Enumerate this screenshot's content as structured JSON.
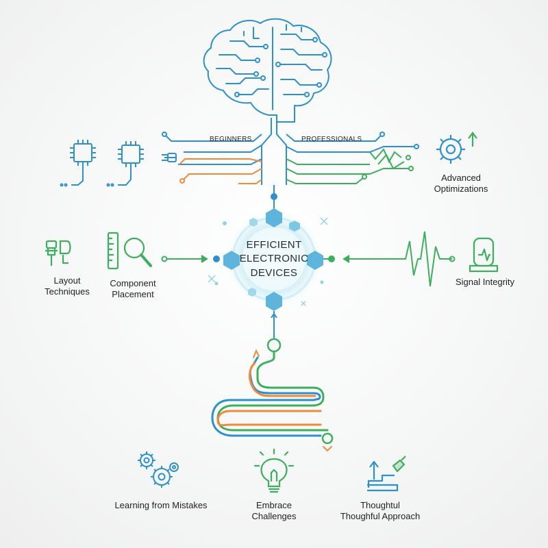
{
  "branch_labels": {
    "left": "BEGINNERS",
    "right": "PROFESSIONALS"
  },
  "top_right": {
    "label_line1": "Advanced",
    "label_line2": "Optimizations"
  },
  "center": {
    "line1": "EFFICIENT",
    "line2": "ELECTRONIC",
    "line3": "DEVICES"
  },
  "left_items": {
    "layout": {
      "line1": "Layout",
      "line2": "Techniques"
    },
    "component": {
      "line1": "Component",
      "line2": "Placement"
    }
  },
  "right_item": {
    "label": "Signal Integrity"
  },
  "bottom_items": {
    "mistakes": {
      "label": "Learning from Mistakes"
    },
    "challenges": {
      "line1": "Embrace",
      "line2": "Challenges"
    },
    "approach": {
      "line1": "Thoughtul",
      "line2": "Thoughful Approach"
    }
  },
  "colors": {
    "blue": "#2b8fd0",
    "orange": "#f08a3a",
    "green": "#3cae5c",
    "teal": "#8fd4e0"
  }
}
